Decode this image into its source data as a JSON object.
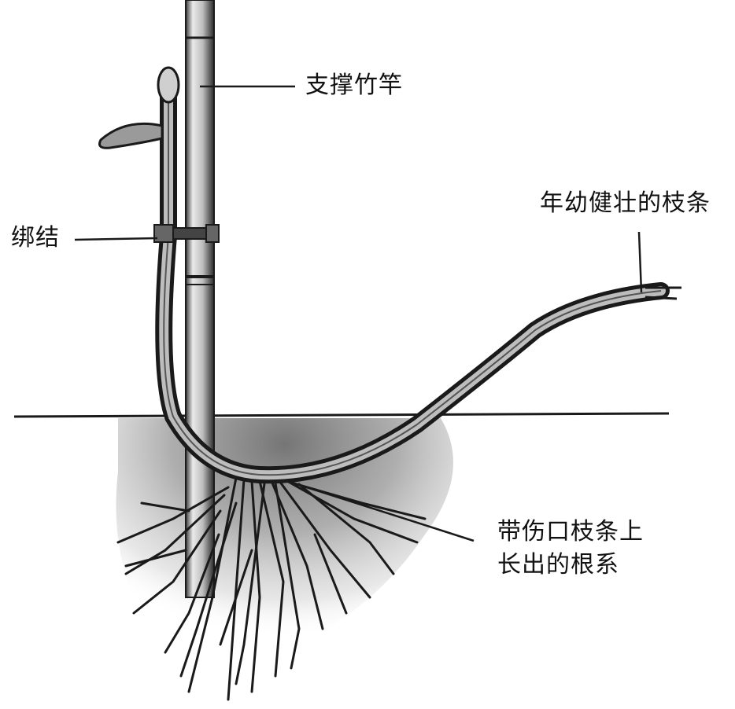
{
  "diagram": {
    "subject": "layering propagation with bamboo support stake",
    "labels": {
      "support_pole": "支撑竹竿",
      "young_branch": "年幼健壮的枝条",
      "tie": "绑结",
      "roots_line1": "带伤口枝条上",
      "roots_line2": "长出的根系"
    },
    "colors": {
      "ink": "#1a1a1a",
      "soil_shade": "#8c8c8c",
      "background": "#ffffff"
    }
  }
}
